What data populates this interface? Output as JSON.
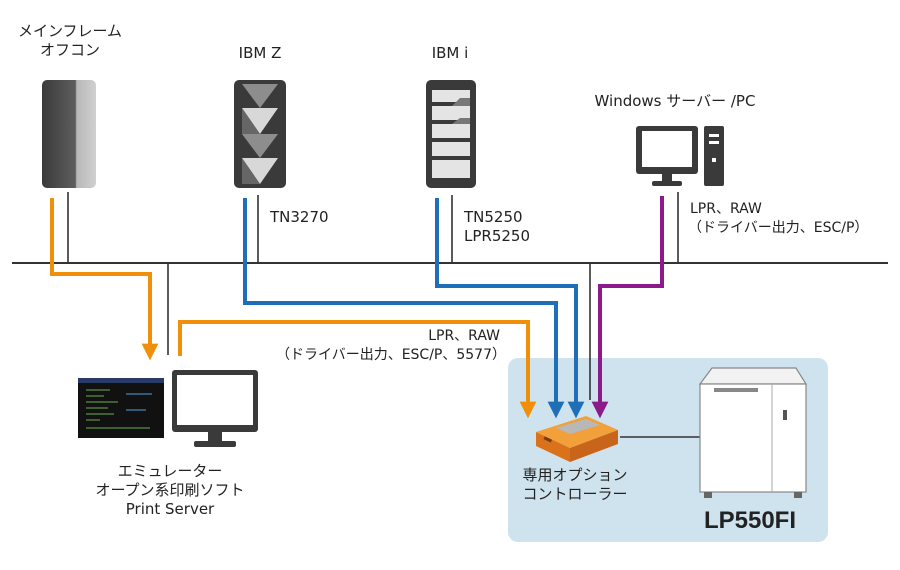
{
  "nodes": {
    "mainframe": {
      "line1": "メインフレーム",
      "line2": "オフコン"
    },
    "ibm_z": {
      "label": "IBM Z"
    },
    "ibm_i": {
      "label": "IBM i"
    },
    "windows": {
      "label": "Windows サーバー /PC"
    },
    "emulator": {
      "line1": "エミュレーター",
      "line2": "オープン系印刷ソフト",
      "line3": "Print Server"
    },
    "controller": {
      "line1": "専用オプション",
      "line2": "コントローラー"
    },
    "printer": {
      "label": "LP550FI"
    }
  },
  "protocols": {
    "ibm_z": "TN3270",
    "ibm_i_line1": "TN5250",
    "ibm_i_line2": "LPR5250",
    "windows_line1": "LPR、RAW",
    "windows_line2": "（ドライバー出力、ESC/P）",
    "emulator_line1": "LPR、RAW",
    "emulator_line2": "（ドライバー出力、ESC/P、5577）"
  },
  "colors": {
    "mainframe_path": "#F0900A",
    "ibm_path": "#1F6FB8",
    "windows_path": "#8C1A8A",
    "printer_area": "#CFE3EF",
    "network_line": "#333333"
  }
}
